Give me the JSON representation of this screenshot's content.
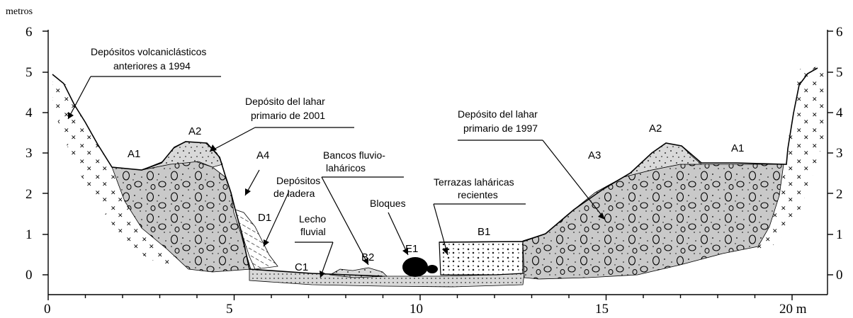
{
  "axes": {
    "y_unit": "metros",
    "y_ticks": [
      "0",
      "1",
      "2",
      "3",
      "4",
      "5",
      "6"
    ],
    "x_ticks": [
      "0",
      "5",
      "10",
      "15",
      "20 m"
    ]
  },
  "units": {
    "A1_left": "A1",
    "A2_left": "A2",
    "A4": "A4",
    "D1": "D1",
    "C1": "C1",
    "B2": "B2",
    "E1": "E1",
    "B1": "B1",
    "A3": "A3",
    "A2_right": "A2",
    "A1_right": "A1"
  },
  "annotations": {
    "volc": [
      "Depósitos volcaniclásticos",
      "anteriores a 1994"
    ],
    "lahar2001": [
      "Depósito del lahar",
      "primario de 2001"
    ],
    "ladera": [
      "Depósitos",
      "de ladera"
    ],
    "lecho": [
      "Lecho",
      "fluvial"
    ],
    "bancos": [
      "Bancos fluvio-",
      "laháricos"
    ],
    "bloques": "Bloques",
    "terrazas": [
      "Terrazas laháricas",
      "recientes"
    ],
    "lahar1997": [
      "Depósito del lahar",
      "primario de 1997"
    ]
  },
  "colors": {
    "deposit_grey": "#c9c9c9",
    "channel_grey": "#d8d8d8",
    "blocks": "#000000"
  }
}
